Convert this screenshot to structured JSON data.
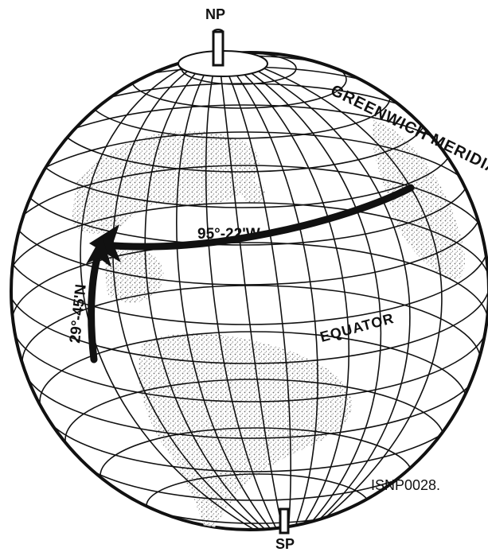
{
  "labels": {
    "north_pole": "NP",
    "south_pole": "SP",
    "prime_meridian": "GREENWICH MERIDIAN",
    "equator": "EQUATOR",
    "longitude": "95°-22'W",
    "latitude": "29°-45'N",
    "figure_id": "ISNP0028."
  },
  "colors": {
    "ink": "#111111",
    "land_shading": "#8a8a8a",
    "background": "#ffffff"
  },
  "icons": {
    "longitude_arrow": "arrow-left-icon",
    "latitude_arrow": "arrow-up-icon"
  }
}
